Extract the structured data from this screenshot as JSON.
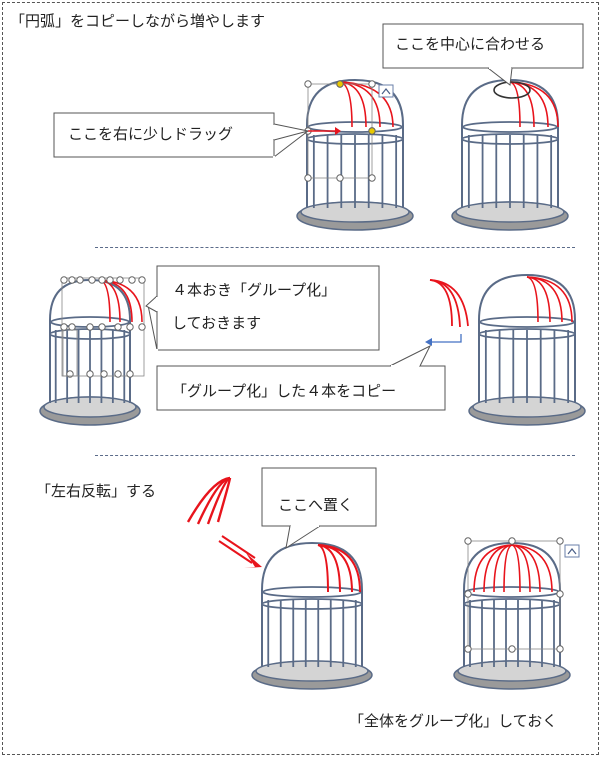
{
  "title": "「円弧」をコピーしながら増やします",
  "labels": {
    "drag": "ここを右に少しドラッグ",
    "center": "ここを中心に合わせる",
    "group4_line1": "４本おき「グループ化」",
    "group4_line2": "しておきます",
    "copy4": "「グループ化」した４本をコピー",
    "flip": "「左右反転」する",
    "place": "ここへ置く",
    "groupall": "「全体をグループ化」しておく"
  },
  "colors": {
    "cage": "#5a6b87",
    "arc": "#e8141c",
    "base": "#9a9a9a",
    "base_light": "#d4d4d4",
    "callout_border": "#555555",
    "handle_yellow": "#e8c800",
    "arrow_blue": "#4472c4"
  }
}
